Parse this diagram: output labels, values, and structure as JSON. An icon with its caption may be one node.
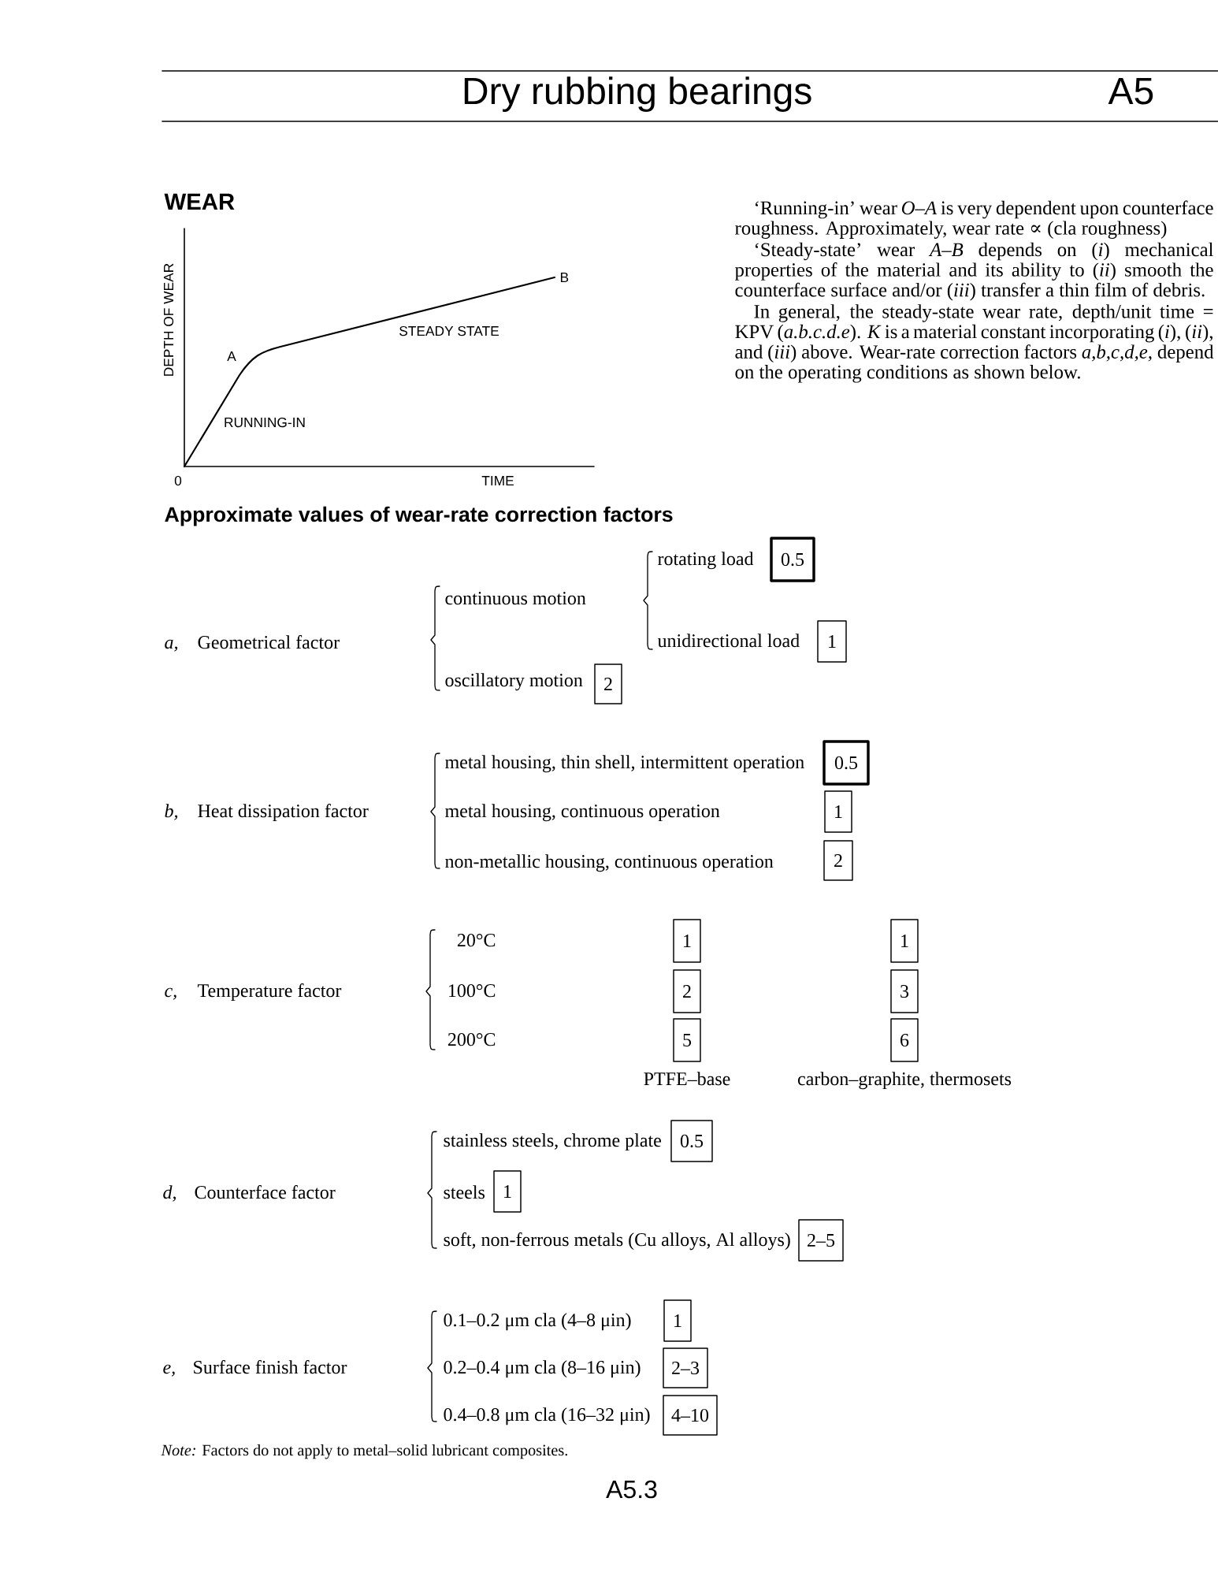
{
  "diagram": {
    "title": "Dry rubbing bearings",
    "nodes": [
      {
        "text": [
          "0.5"
        ]
      },
      {
        "text": [
          "1"
        ]
      },
      {
        "text": [
          "2"
        ]
      },
      {
        "text": [
          "0.5"
        ]
      },
      {
        "text": [
          "1"
        ]
      },
      {
        "text": [
          "2"
        ]
      },
      {
        "text": [
          "1"
        ]
      },
      {
        "text": [
          "1"
        ]
      },
      {
        "text": [
          "2"
        ]
      },
      {
        "text": [
          "3"
        ]
      },
      {
        "text": [
          "5"
        ]
      },
      {
        "text": [
          "6"
        ]
      },
      {
        "text": [
          "0.5"
        ]
      },
      {
        "text": [
          "1"
        ]
      },
      {
        "text": [
          "2–5"
        ]
      },
      {
        "text": [
          "1"
        ]
      },
      {
        "text": [
          "2–3"
        ]
      },
      {
        "text": [
          "4–10"
        ]
      }
    ],
    "labels": [
      "A5",
      "WEAR",
      "DEPTH OF WEAR",
      "B",
      "STEADY STATE",
      "A",
      "RUNNING-IN",
      "0",
      "TIME",
      "‘Running-in’ wear *O–A* is very dependent upon counterface roughness. Approximately, wear rate ∝ (cla roughness)",
      "‘Steady-state’ wear *A–B* depends on (*i*) mechanical properties of the material and its ability to (*ii*) smooth the counterface surface and/or (*iii*) transfer a thin film of debris.",
      "In general, the steady-state wear rate, depth/unit time = KPV (*a.b.c.d.e*). *K* is a material constant incorporating (*i*), (*ii*), and (*iii*) above. Wear-rate correction factors *a,b,c,d,e,* depend on the operating conditions as shown below.",
      "Approximate values of wear-rate correction factors",
      "a,",
      "Geometrical factor",
      "rotating load",
      "continuous motion",
      "unidirectional load",
      "oscillatory motion",
      "b,",
      "Heat dissipation factor",
      "metal housing, thin shell, intermittent operation",
      "metal housing, continuous operation",
      "non-metallic housing, continuous operation",
      "c,",
      "Temperature factor",
      "20°C",
      "100°C",
      "200°C",
      "PTFE–base",
      "carbon–graphite, thermosets",
      "d,",
      "Counterface factor",
      "stainless steels, chrome plate",
      "steels",
      "soft, non-ferrous metals (Cu alloys, Al alloys)",
      "e,",
      "Surface finish factor",
      "0.1–0.2 μm cla (4–8 μin)",
      "0.2–0.4 μm cla (8–16 μin)",
      "0.4–0.8 μm cla (16–32 μin)",
      "*Note:* Factors do not apply to metal–solid lubricant composites.",
      "A5.3"
    ]
  }
}
